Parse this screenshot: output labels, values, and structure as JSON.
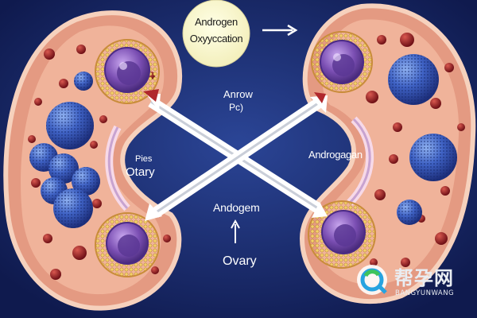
{
  "bubble": {
    "line1": "Androgen",
    "line2": "Oxyyccation"
  },
  "labels": {
    "center_top_1": "Anrow",
    "center_top_2": "Pc)",
    "left_small": "Pies",
    "left_large": "Otary",
    "right": "Androgagan",
    "center_bottom": "Andogem",
    "bottom": "Ovary"
  },
  "watermark": {
    "cn": "帮孕网",
    "en": "BANGYUNWANG"
  },
  "colors": {
    "background": "#1d2d73",
    "organ_outer": "#e49a82",
    "organ_inner": "#f4c6ae",
    "cluster_blue": "#3b5bb8",
    "follicle_purple": "#7a4fb0",
    "arrow": "#ffffff",
    "blood_cell": "#9c1f24"
  },
  "icons": [
    "right-arrow-icon",
    "up-arrow-icon",
    "crossing-arrows",
    "watermark-logo-icon"
  ]
}
